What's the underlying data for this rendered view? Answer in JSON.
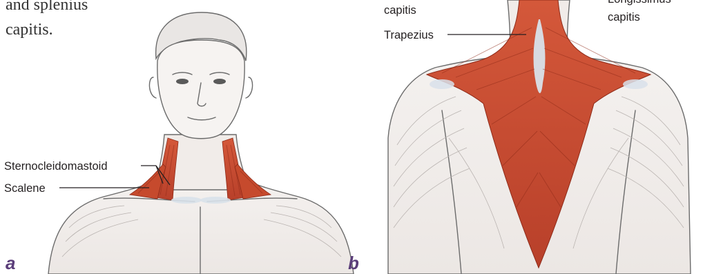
{
  "intro_text": {
    "line1": "and splenius",
    "line2": "capitis."
  },
  "panel_a": {
    "letter": "a",
    "labels": {
      "sternocleidomastoid": "Sternocleidomastoid",
      "scalene": "Scalene"
    }
  },
  "panel_b": {
    "letter": "b",
    "labels": {
      "capitis_left": "capitis",
      "trapezius": "Trapezius",
      "longissimus": "Longissimus",
      "capitis_right": "capitis"
    }
  },
  "colors": {
    "muscle": "#c9492d",
    "muscle_dark": "#a83a22",
    "panel_letter": "#5b3e7a",
    "skin_outline": "#6b6b6b",
    "fascia": "#d8e1ea"
  },
  "icons": [
    "front-figure-illustration",
    "back-figure-illustration"
  ]
}
